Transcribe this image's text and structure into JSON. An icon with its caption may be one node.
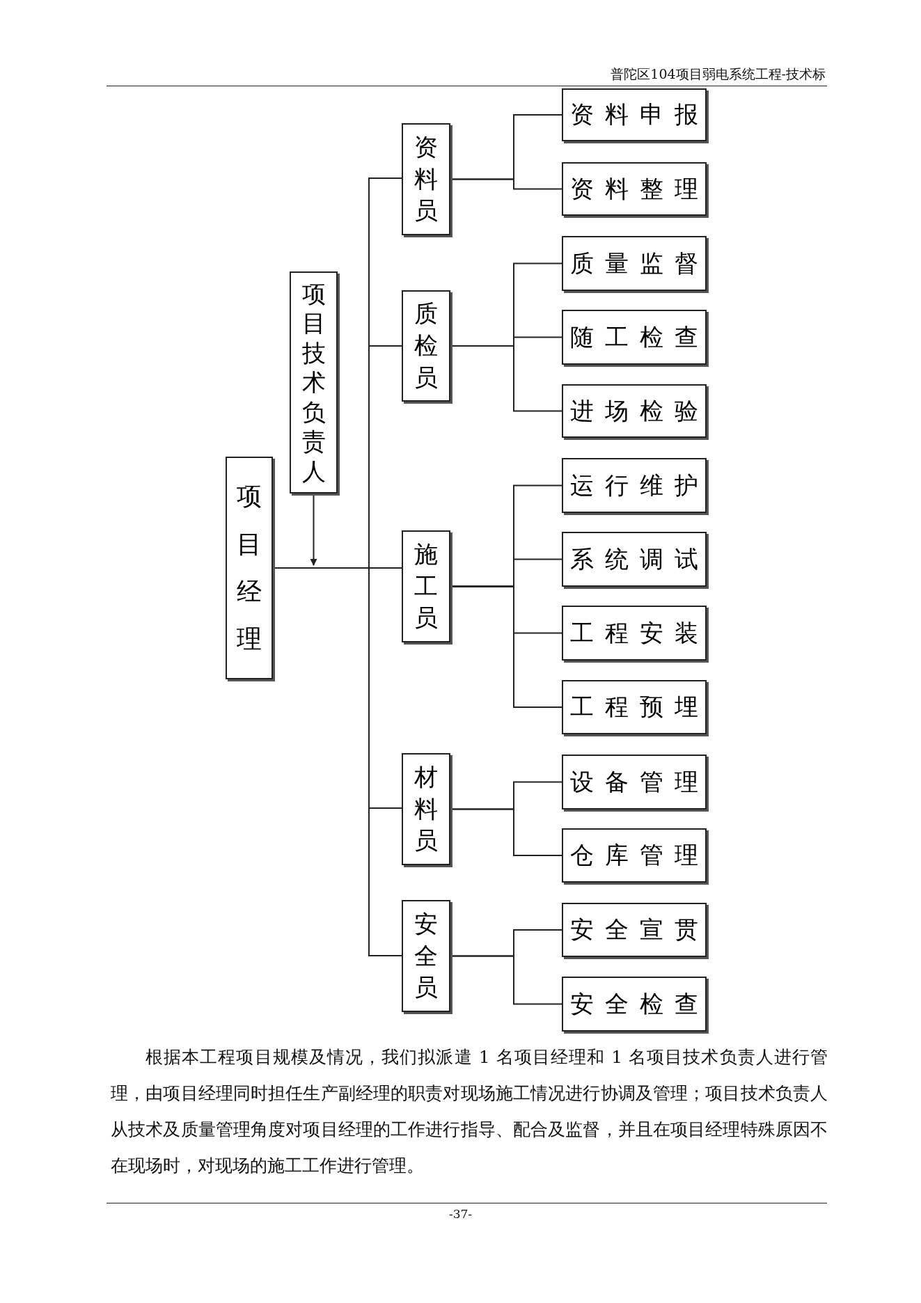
{
  "diagram": {
    "nodes": [
      {
        "text": [
          "项目经理"
        ]
      },
      {
        "text": [
          "项目技术负责人"
        ]
      },
      {
        "text": [
          "资料员"
        ]
      },
      {
        "text": [
          "资料申报"
        ]
      },
      {
        "text": [
          "资料整理"
        ]
      },
      {
        "text": [
          "质检员"
        ]
      },
      {
        "text": [
          "质量监督"
        ]
      },
      {
        "text": [
          "随工检查"
        ]
      },
      {
        "text": [
          "进场检验"
        ]
      },
      {
        "text": [
          "施工员"
        ]
      },
      {
        "text": [
          "运行维护"
        ]
      },
      {
        "text": [
          "系统调试"
        ]
      },
      {
        "text": [
          "工程安装"
        ]
      },
      {
        "text": [
          "工程预埋"
        ]
      },
      {
        "text": [
          "材料员"
        ]
      },
      {
        "text": [
          "设备管理"
        ]
      },
      {
        "text": [
          "仓库管理"
        ]
      },
      {
        "text": [
          "安全员"
        ]
      },
      {
        "text": [
          "安全宣贯"
        ]
      },
      {
        "text": [
          "安全检查"
        ]
      }
    ],
    "edges": [
      {
        "from": 1,
        "to": null,
        "arrow": "to"
      },
      {
        "from": 0,
        "to": 2,
        "arrow": "none"
      },
      {
        "from": 0,
        "to": 5,
        "arrow": "none"
      },
      {
        "from": 0,
        "to": 9,
        "arrow": "none"
      },
      {
        "from": 0,
        "to": 14,
        "arrow": "none"
      },
      {
        "from": 0,
        "to": 17,
        "arrow": "none"
      },
      {
        "from": 2,
        "to": 3,
        "arrow": "none"
      },
      {
        "from": 2,
        "to": 4,
        "arrow": "none"
      },
      {
        "from": 5,
        "to": 6,
        "arrow": "none"
      },
      {
        "from": 5,
        "to": 7,
        "arrow": "none"
      },
      {
        "from": 5,
        "to": 8,
        "arrow": "none"
      },
      {
        "from": 9,
        "to": 10,
        "arrow": "none"
      },
      {
        "from": 9,
        "to": 11,
        "arrow": "none"
      },
      {
        "from": 9,
        "to": 12,
        "arrow": "none"
      },
      {
        "from": 9,
        "to": 13,
        "arrow": "none"
      },
      {
        "from": 14,
        "to": 15,
        "arrow": "none"
      },
      {
        "from": 14,
        "to": 16,
        "arrow": "none"
      },
      {
        "from": 17,
        "to": 18,
        "arrow": "none"
      },
      {
        "from": 17,
        "to": 19,
        "arrow": "none"
      }
    ],
    "labels": [
      "普陀区104项目弱电系统工程-技术标",
      "根据本工程项目规模及情况，我们拟派遣 1 名项目经理和 1 名项目技术负责人进行管理，由项目经理同时担任生产副经理的职责对现场施工情况进行协调及管理；项目技术负责人从技术及质量管理角度对项目经理的工作进行指导、配合及监督，并且在项目经理特殊原因不在现场时，对现场的施工工作进行管理。",
      "-37-"
    ]
  }
}
